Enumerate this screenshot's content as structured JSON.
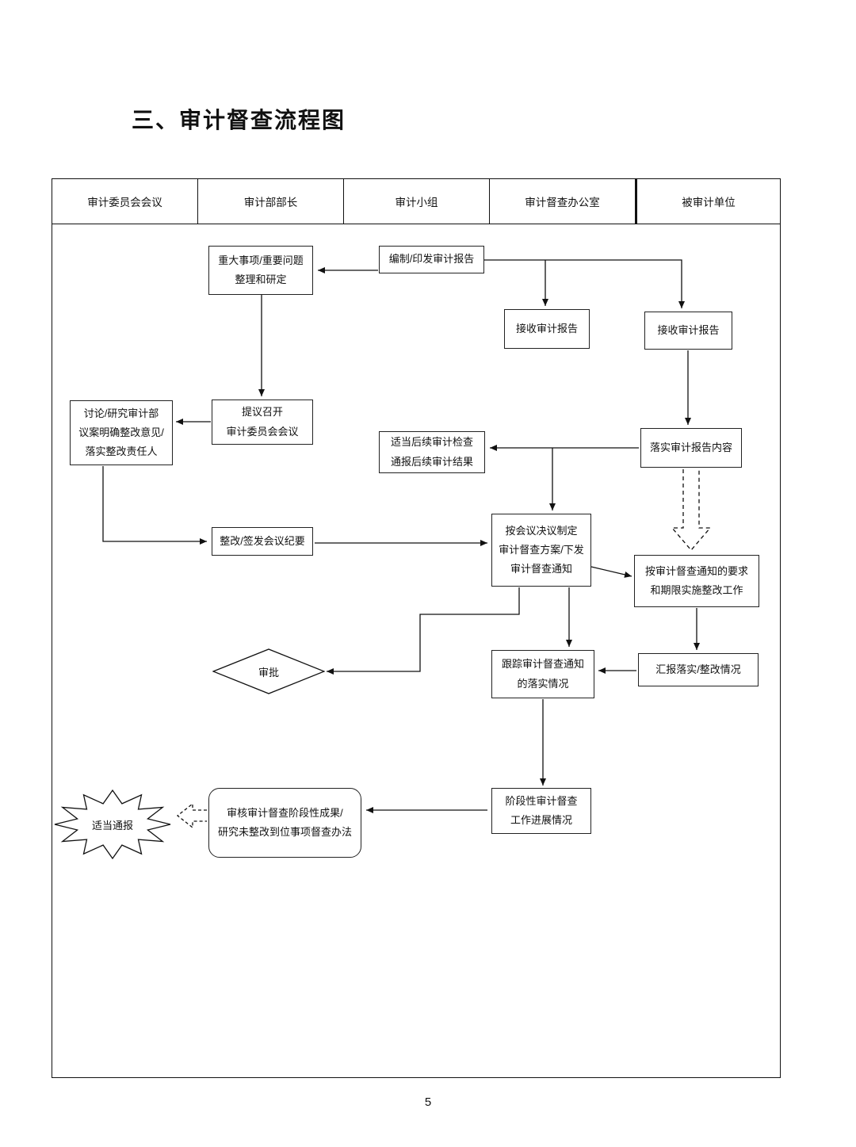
{
  "title": "三、审计督查流程图",
  "page_number": "5",
  "colors": {
    "ink": "#111111",
    "paper": "#ffffff"
  },
  "lanes": [
    "审计委员会会议",
    "审计部部长",
    "审计小组",
    "审计督查办公室",
    "被审计单位"
  ],
  "nodes": {
    "major_issues": "重大事项/重要问题\n整理和研定",
    "issue_report": "编制/印发审计报告",
    "receive_report_office": "接收审计报告",
    "receive_report_unit": "接收审计报告",
    "discuss_proposal": "讨论/研究审计部\n议案明确整改意见/\n落实整改责任人",
    "propose_meeting": "提议召开\n审计委员会会议",
    "follow_up_audit": "适当后续审计检查\n通报后续审计结果",
    "implement_report": "落实审计报告内容",
    "sign_minutes": "整改/签发会议纪要",
    "make_plan": "按会议决议制定\n审计督查方案/下发\n审计督查通知",
    "implement_rectify": "按审计督查通知的要求\n和期限实施整改工作",
    "approval": "审批",
    "track_notice": "跟踪审计督查通知\n的落实情况",
    "report_rectify": "汇报落实/整改情况",
    "stage_progress": "阶段性审计督查\n工作进展情况",
    "review_results": "审核审计督查阶段性成果/\n研究未整改到位事项督查办法",
    "notify": "适当通报"
  }
}
